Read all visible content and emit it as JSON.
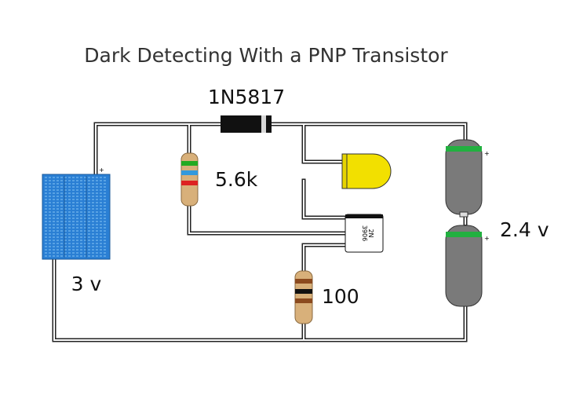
{
  "title": "Dark Detecting With a PNP Transistor",
  "components": {
    "diode": {
      "label": "1N5817"
    },
    "resistor_top": {
      "label": "5.6k",
      "bands": [
        "#22aa22",
        "#3399dd",
        "#dd2222"
      ]
    },
    "resistor_bottom": {
      "label": "100",
      "bands": [
        "#8b4a1e",
        "#111111",
        "#8b4a1e"
      ]
    },
    "solar_panel": {
      "label": "3 v",
      "polarity": "+"
    },
    "battery": {
      "label": "2.4 v",
      "polarity": [
        "+",
        "+"
      ]
    },
    "transistor": {
      "marking_line1": "2N",
      "marking_line2": "3906"
    },
    "led": {
      "color": "#f2e000"
    }
  },
  "colors": {
    "wire_outline": "#222222",
    "wire_fill": "#ffffff",
    "panel_blue": "#2a7fd4",
    "battery_gray": "#7a7a7a",
    "battery_band": "#22b040",
    "resistor_body": "#d8b07a"
  }
}
